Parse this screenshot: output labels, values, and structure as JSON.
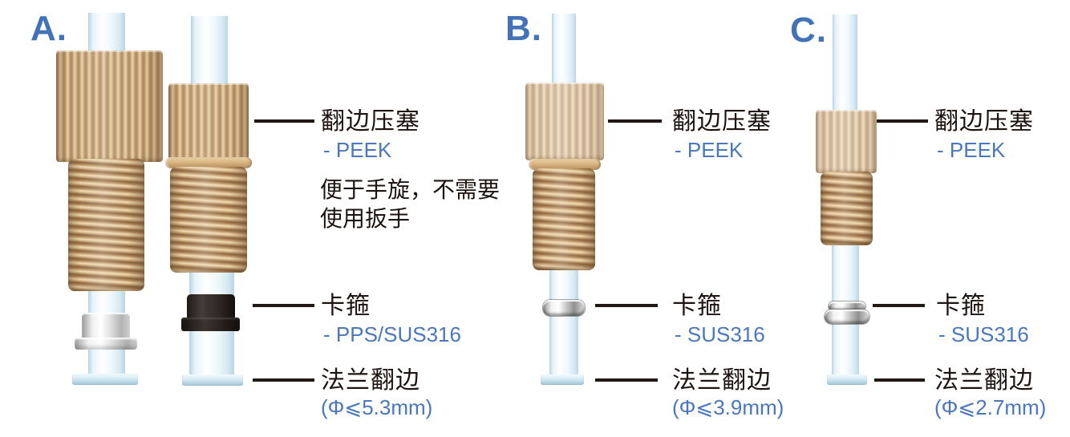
{
  "page": {
    "background": "#ffffff"
  },
  "colors": {
    "accent_blue_letter": "#4273b8",
    "sub_label_blue": "#4a77be",
    "label_black": "#1d1412",
    "leader_line": "#231815",
    "nut_tan": "#cfa97c",
    "tube_light_blue": "#d6e9f2",
    "clamp_black": "#2a2321",
    "clamp_silver": "#d9d9d9"
  },
  "sections": [
    {
      "letter": "A.",
      "labels": {
        "plug": {
          "title": "翻边压塞",
          "material": "- PEEK"
        },
        "note": {
          "line1": "便于手旋，不需要",
          "line2": "使用扳手"
        },
        "clamp": {
          "title": "卡箍",
          "material": "- PPS/SUS316"
        },
        "flange": {
          "title": "法兰翻边",
          "spec": "(Φ⩽5.3mm)"
        }
      }
    },
    {
      "letter": "B.",
      "labels": {
        "plug": {
          "title": "翻边压塞",
          "material": "- PEEK"
        },
        "clamp": {
          "title": "卡箍",
          "material": "- SUS316"
        },
        "flange": {
          "title": "法兰翻边",
          "spec": "(Φ⩽3.9mm)"
        }
      }
    },
    {
      "letter": "C.",
      "labels": {
        "plug": {
          "title": "翻边压塞",
          "material": "- PEEK"
        },
        "clamp": {
          "title": "卡箍",
          "material": "- SUS316"
        },
        "flange": {
          "title": "法兰翻边",
          "spec": "(Φ⩽2.7mm)"
        }
      }
    }
  ]
}
